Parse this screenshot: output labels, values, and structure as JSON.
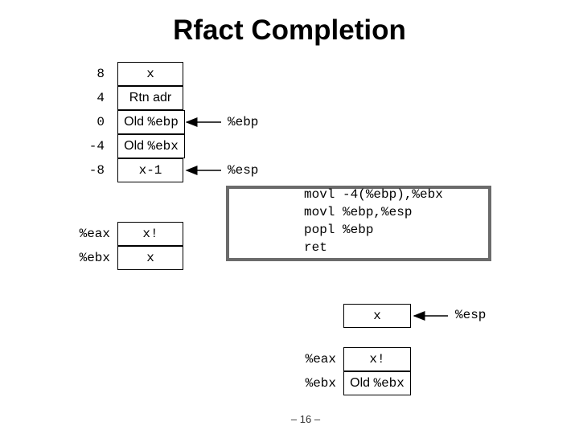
{
  "title": "Rfact Completion",
  "stack": [
    {
      "offset": "8",
      "value": "x",
      "value_style": "mono"
    },
    {
      "offset": "4",
      "value": "Rtn adr",
      "value_style": "sans"
    },
    {
      "offset": "0",
      "value_prefix": "Old ",
      "value_reg": "%ebp",
      "value_style": "mixed"
    },
    {
      "offset": "-4",
      "value_prefix": "Old ",
      "value_reg": "%ebx",
      "value_style": "mixed"
    },
    {
      "offset": "-8",
      "value": "x-1",
      "value_style": "mono"
    }
  ],
  "pointers": {
    "ebp": "%ebp",
    "esp": "%esp"
  },
  "registers": [
    {
      "name": "%eax",
      "value": "x!"
    },
    {
      "name": "%ebx",
      "value": "x"
    }
  ],
  "code_lines": [
    "movl -4(%ebp),%ebx",
    "movl %ebp,%esp",
    "popl %ebp",
    "ret"
  ],
  "after": {
    "stack_value": "x",
    "esp_label": "%esp",
    "registers": [
      {
        "name": "%eax",
        "value": "x!"
      },
      {
        "name": "%ebx",
        "value_prefix": "Old ",
        "value_reg": "%ebx"
      }
    ]
  },
  "footer": "– 16 –"
}
